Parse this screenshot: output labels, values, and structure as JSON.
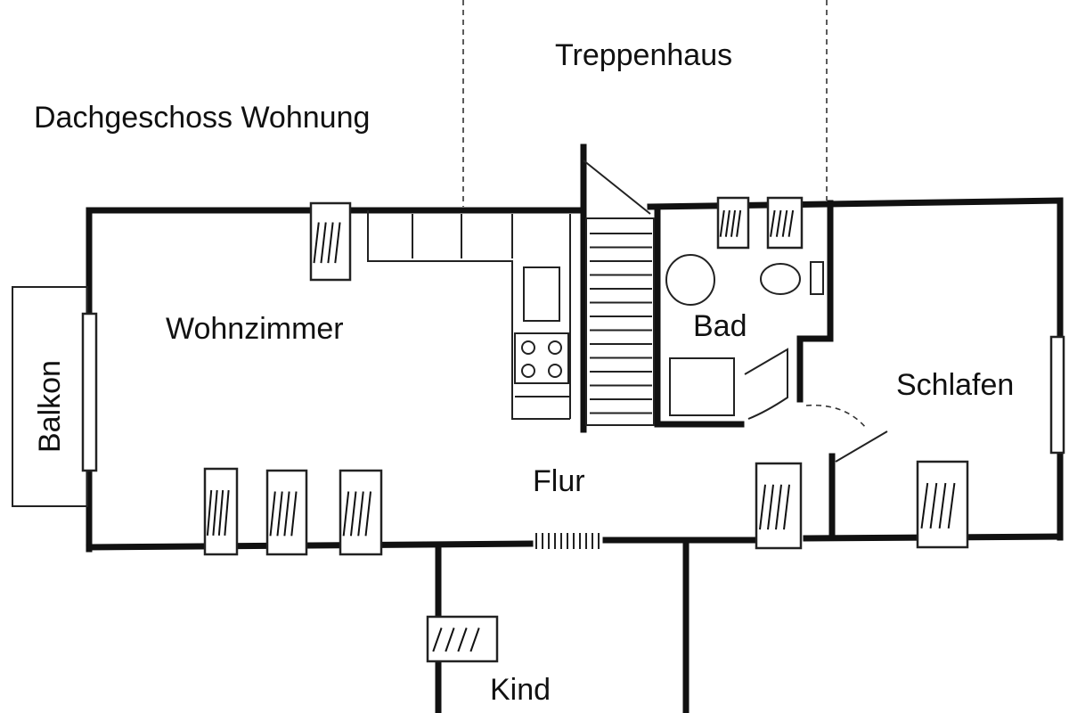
{
  "labels": {
    "title": "Dachgeschoss Wohnung",
    "treppenhaus": "Treppenhaus",
    "wohnzimmer": "Wohnzimmer",
    "bad": "Bad",
    "schlafen": "Schlafen",
    "flur": "Flur",
    "balkon": "Balkon",
    "kind": "Kind"
  },
  "icons": [
    "window-icon",
    "stove-icon",
    "sink-icon",
    "toilet-icon",
    "bathtub-icon",
    "washbasin-icon",
    "door-icon"
  ],
  "colors": {
    "ink": "#111111",
    "paper": "#ffffff"
  }
}
